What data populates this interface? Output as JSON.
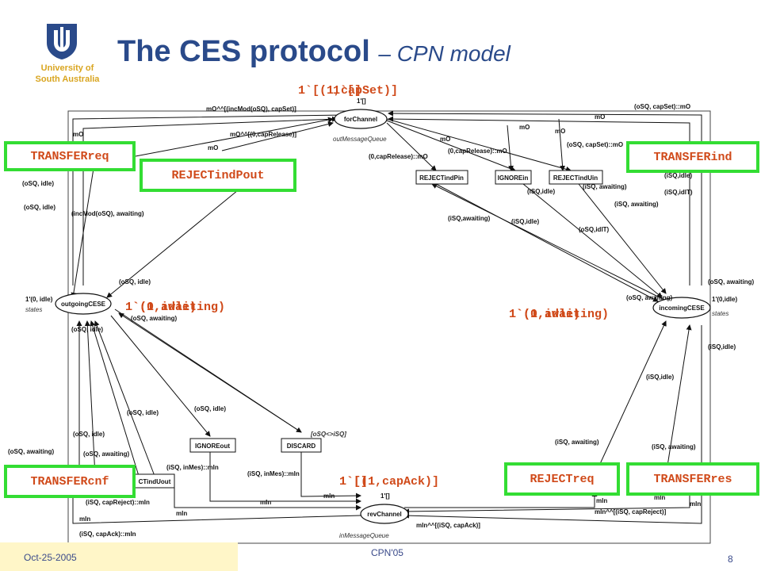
{
  "header": {
    "title_main": "The CES protocol",
    "title_sub": "– CPN model",
    "university_line1": "University of",
    "university_line2": "South Australia"
  },
  "footer": {
    "date": "Oct-25-2005",
    "conference": "CPN'05",
    "page_number": "8"
  },
  "colors": {
    "title": "#2a4a8a",
    "university": "#d9a520",
    "highlight_border": "#33dd33",
    "highlight_text": "#d04a1a",
    "footer_bar": "#fff6c8"
  },
  "places": {
    "forChannel": "forChannel",
    "forChannel_type": "outMessageQueue",
    "outgoingCESE": "outgoingCESE",
    "outgoingCESE_type": "states",
    "incomingCESE": "incomingCESE",
    "incomingCESE_type": "states",
    "revChannel": "revChannel",
    "revChannel_type": "inMessageQueue",
    "init_outgoing": "1'(0, idle)",
    "init_incoming": "1'(0,idle)",
    "init_for": "1'[]",
    "init_rev": "1'[]"
  },
  "transitions": {
    "REJECTindPin": "REJECTindPin",
    "IGNOREin": "IGNOREin",
    "REJECTindUin": "REJECTindUin",
    "IGNOREout": "IGNOREout",
    "DISCARD": "DISCARD",
    "TRANSFERcnf_partial": "CTindUout"
  },
  "arcs": {
    "a1": "mO^^[(incMod(oSQ), capSet)]",
    "a2": "mO^^[(0,capRelease)]",
    "a3": "mO",
    "a4": "mO",
    "a5": "mO",
    "a6": "mO",
    "a7": "mO",
    "a8": "(oSQ, capSet)::mO",
    "a9": "mO",
    "a10": "(0,capRelease)::mO",
    "a11": "(0,capRelease)::mO",
    "a12": "(oSQ, capSet)::mO",
    "a13": "(oSQ, idle)",
    "a14": "(incMod(oSQ), awaiting)",
    "a15": "(oSQ, idle)",
    "a16": "(oSQ, awaiting)",
    "a17": "(iSQ,idle)",
    "a18": "(iSQ, awaiting)",
    "a19": "(iSQ,idle)",
    "a20": "(iSQ, awaiting)",
    "a21": "(iSQ,idlT)",
    "a22": "(iSQ,awaiting)",
    "a23": "(iSQ,idle)",
    "a24": "(oSQ,idlT)",
    "a25": "(oSQ, awaiting)",
    "a26": "(iSQ,idle)",
    "a27": "(iSQ,idle)",
    "a28": "(iSQ, awaiting)",
    "a29": "(iSQ, awaiting)",
    "a30": "(oSQ, idle)",
    "a31": "(oSQ, awaiting)",
    "a32": "(oSQ, idle)",
    "a33": "(oSQ, awaiting)",
    "a34": "(oSQ, idle)",
    "a35": "(iSQ, inMes)::mIn",
    "a36": "(iSQ, inMes)::mIn",
    "a37": "(iSQ, capReject)::mIn",
    "a38": "(iSQ, capAck)::mIn",
    "a39": "mIn",
    "a40": "mIn",
    "a41": "mIn",
    "a42": "mIn",
    "a43": "mIn",
    "a44": "mIn^^[(iSQ, capReject)]",
    "a45": "mIn^^[(iSQ, capAck)]",
    "a46": "[oSQ<>iSQ]",
    "a47": "(oSQ, idle)",
    "a48": "mIn",
    "a49": "mIn",
    "a50": "(oSQ, idle)",
    "a51": "(oSQ, awaiting)"
  },
  "markings": {
    "for_m1": "1`[(1,capSet)]",
    "for_m2": "1`[]",
    "out_m1": "1`(1,awaiting)",
    "out_m2": "1`(0,idle)",
    "in_m1": "1`(1,awaiting)",
    "in_m2": "1`(0,idle)",
    "rev_m1": "1`[(1,capAck)]",
    "rev_m2": "1`[]"
  },
  "highlights": {
    "TRANSFERreq": "TRANSFERreq",
    "REJECTindPout": "REJECTindPout",
    "TRANSFERind": "TRANSFERind",
    "TRANSFERcnf": "TRANSFERcnf",
    "REJECTreq": "REJECTreq",
    "TRANSFERres": "TRANSFERres"
  }
}
